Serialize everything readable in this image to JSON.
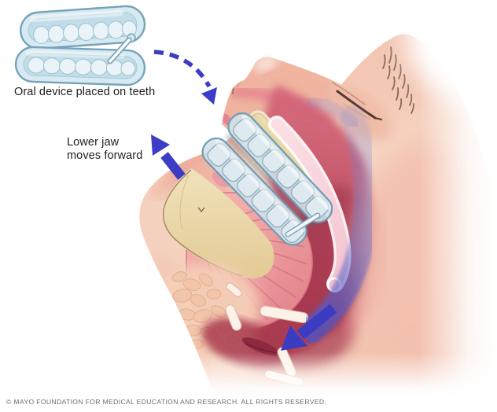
{
  "figure": {
    "alt": "Cross-section medical illustration of a reclined head wearing an oral device on the teeth; the lower jaw is held forward and air flows freely down the open airway."
  },
  "annotations": {
    "device_label": "Oral device placed on teeth",
    "jaw_label_line1": "Lower jaw",
    "jaw_label_line2": "moves forward"
  },
  "footer": {
    "copyright": "© MAYO FOUNDATION FOR MEDICAL EDUCATION AND RESEARCH. ALL RIGHTS RESERVED."
  },
  "icons": {
    "dashed_arrow": "dashed-curved-arrow-device-to-mouth",
    "jaw_arrow": "solid-arrow-lower-jaw-forward",
    "airflow_arrow": "airflow-arrow-down-airway"
  },
  "colors": {
    "arrow_blue": "#3c3cc4",
    "device_blue": "#d7e9f1",
    "device_outline": "#76a4ba",
    "skin_peach": "#f4cbb8",
    "bone_tan": "#e9d5a2",
    "tongue_pink": "#efa0a2",
    "airway_red": "#b84458",
    "palate_pink": "#f8d2da",
    "label_text": "#1f1f1f",
    "copyright_gray": "#6d6d6d",
    "background": "#ffffff"
  }
}
